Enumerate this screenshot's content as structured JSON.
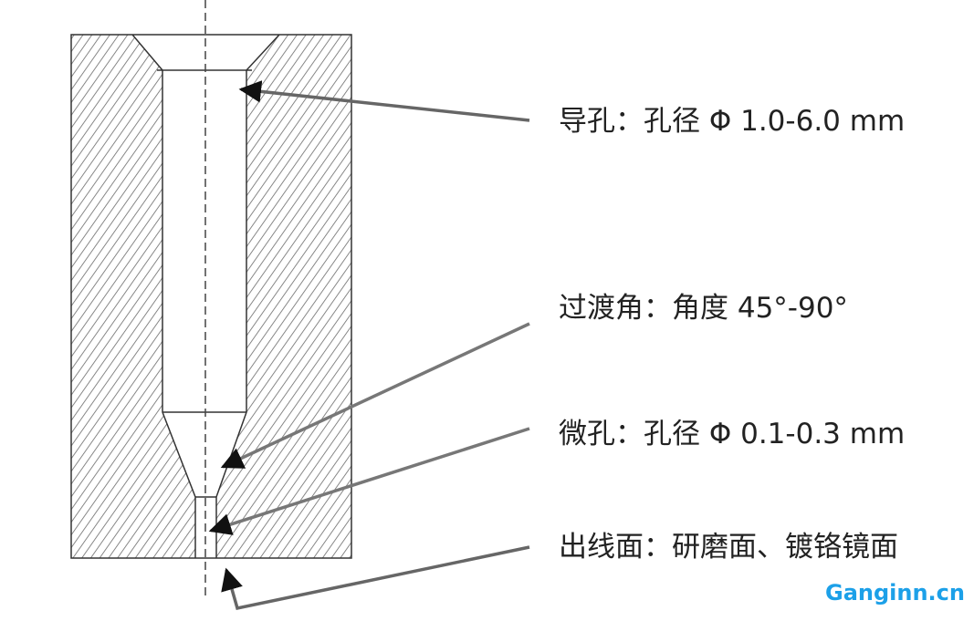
{
  "labels": {
    "guide_hole": "导孔：孔径 Φ 1.0-6.0 mm",
    "transition_angle": "过渡角：角度 45°-90°",
    "micro_hole": "微孔：孔径 Φ 0.1-0.3 mm",
    "exit_face": "出线面：研磨面、镀铬镜面"
  },
  "watermark": "Ganginn.cn",
  "colors": {
    "hatch_line": "#6a6a6a",
    "outline": "#333333",
    "leader": "#666666",
    "text": "#222222",
    "watermark": "#1ca0e8"
  }
}
